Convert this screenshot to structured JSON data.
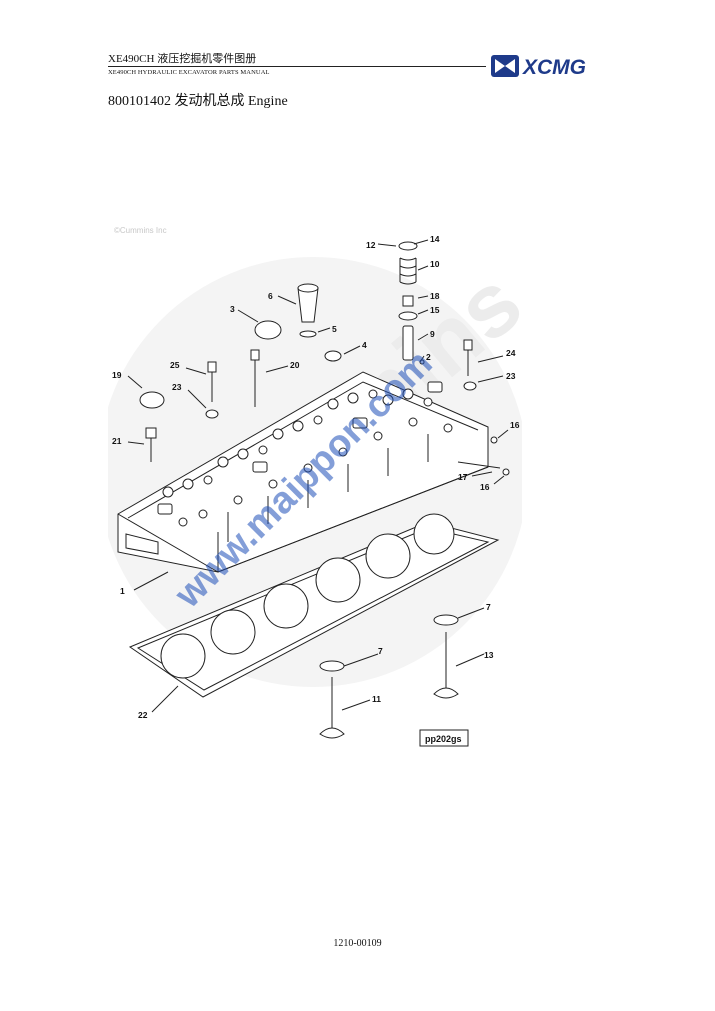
{
  "header": {
    "title": "XE490CH  液压挖掘机零件图册",
    "subtitle": "XE490CH HYDRAULIC EXCAVATOR PARTS MANUAL",
    "logo_text": "XCMG",
    "brand_color": "#1e3a8a"
  },
  "document": {
    "heading": "800101402 发动机总成 Engine",
    "page_number": "1210-00109"
  },
  "figure": {
    "copyright": "©Cummins Inc",
    "reference_code": "pp202gs",
    "watermark_text": "www.maippon.com",
    "background_watermark": "Cummins",
    "callouts": [
      "1",
      "2",
      "3",
      "4",
      "5",
      "6",
      "7",
      "7",
      "9",
      "10",
      "11",
      "12",
      "13",
      "14",
      "15",
      "16",
      "16",
      "17",
      "18",
      "19",
      "20",
      "21",
      "22",
      "23",
      "23",
      "24",
      "25"
    ]
  }
}
